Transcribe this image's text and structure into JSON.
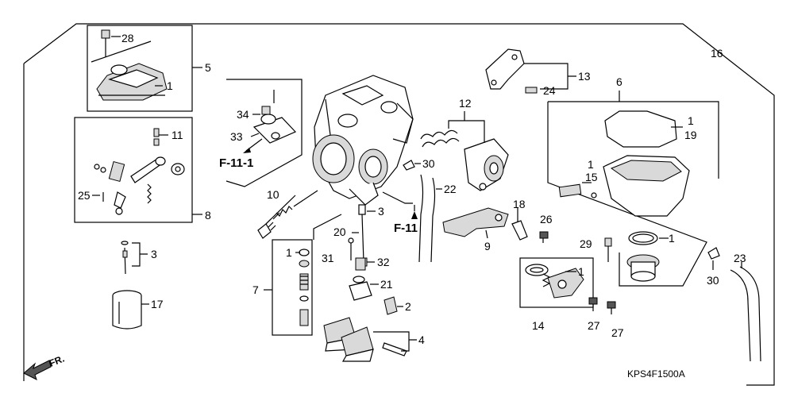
{
  "diagram_code": "KPS4F1500A",
  "direction_label": "FR.",
  "ref_labels": {
    "f_11_1": "F-11-1",
    "f_11": "F-11"
  },
  "callouts": {
    "c28": "28",
    "c5": "5",
    "c1a": "1",
    "c11": "11",
    "c25": "25",
    "c8": "8",
    "c3a": "3",
    "c17": "17",
    "c34": "34",
    "c33": "33",
    "c10": "10",
    "c1b": "1",
    "c7": "7",
    "c31": "31",
    "c20": "20",
    "c3b": "3",
    "c32": "32",
    "c21": "21",
    "c2": "2",
    "c4": "4",
    "c30a": "30",
    "c22": "22",
    "c12": "12",
    "c13": "13",
    "c24": "24",
    "c16": "16",
    "c6": "6",
    "c1c": "1",
    "c19": "19",
    "c1d": "1",
    "c15": "15",
    "c18": "18",
    "c26": "26",
    "c9": "9",
    "c29": "29",
    "c1e": "1",
    "c1f": "1",
    "c14": "14",
    "c27a": "27",
    "c27b": "27",
    "c30b": "30",
    "c23": "23"
  }
}
